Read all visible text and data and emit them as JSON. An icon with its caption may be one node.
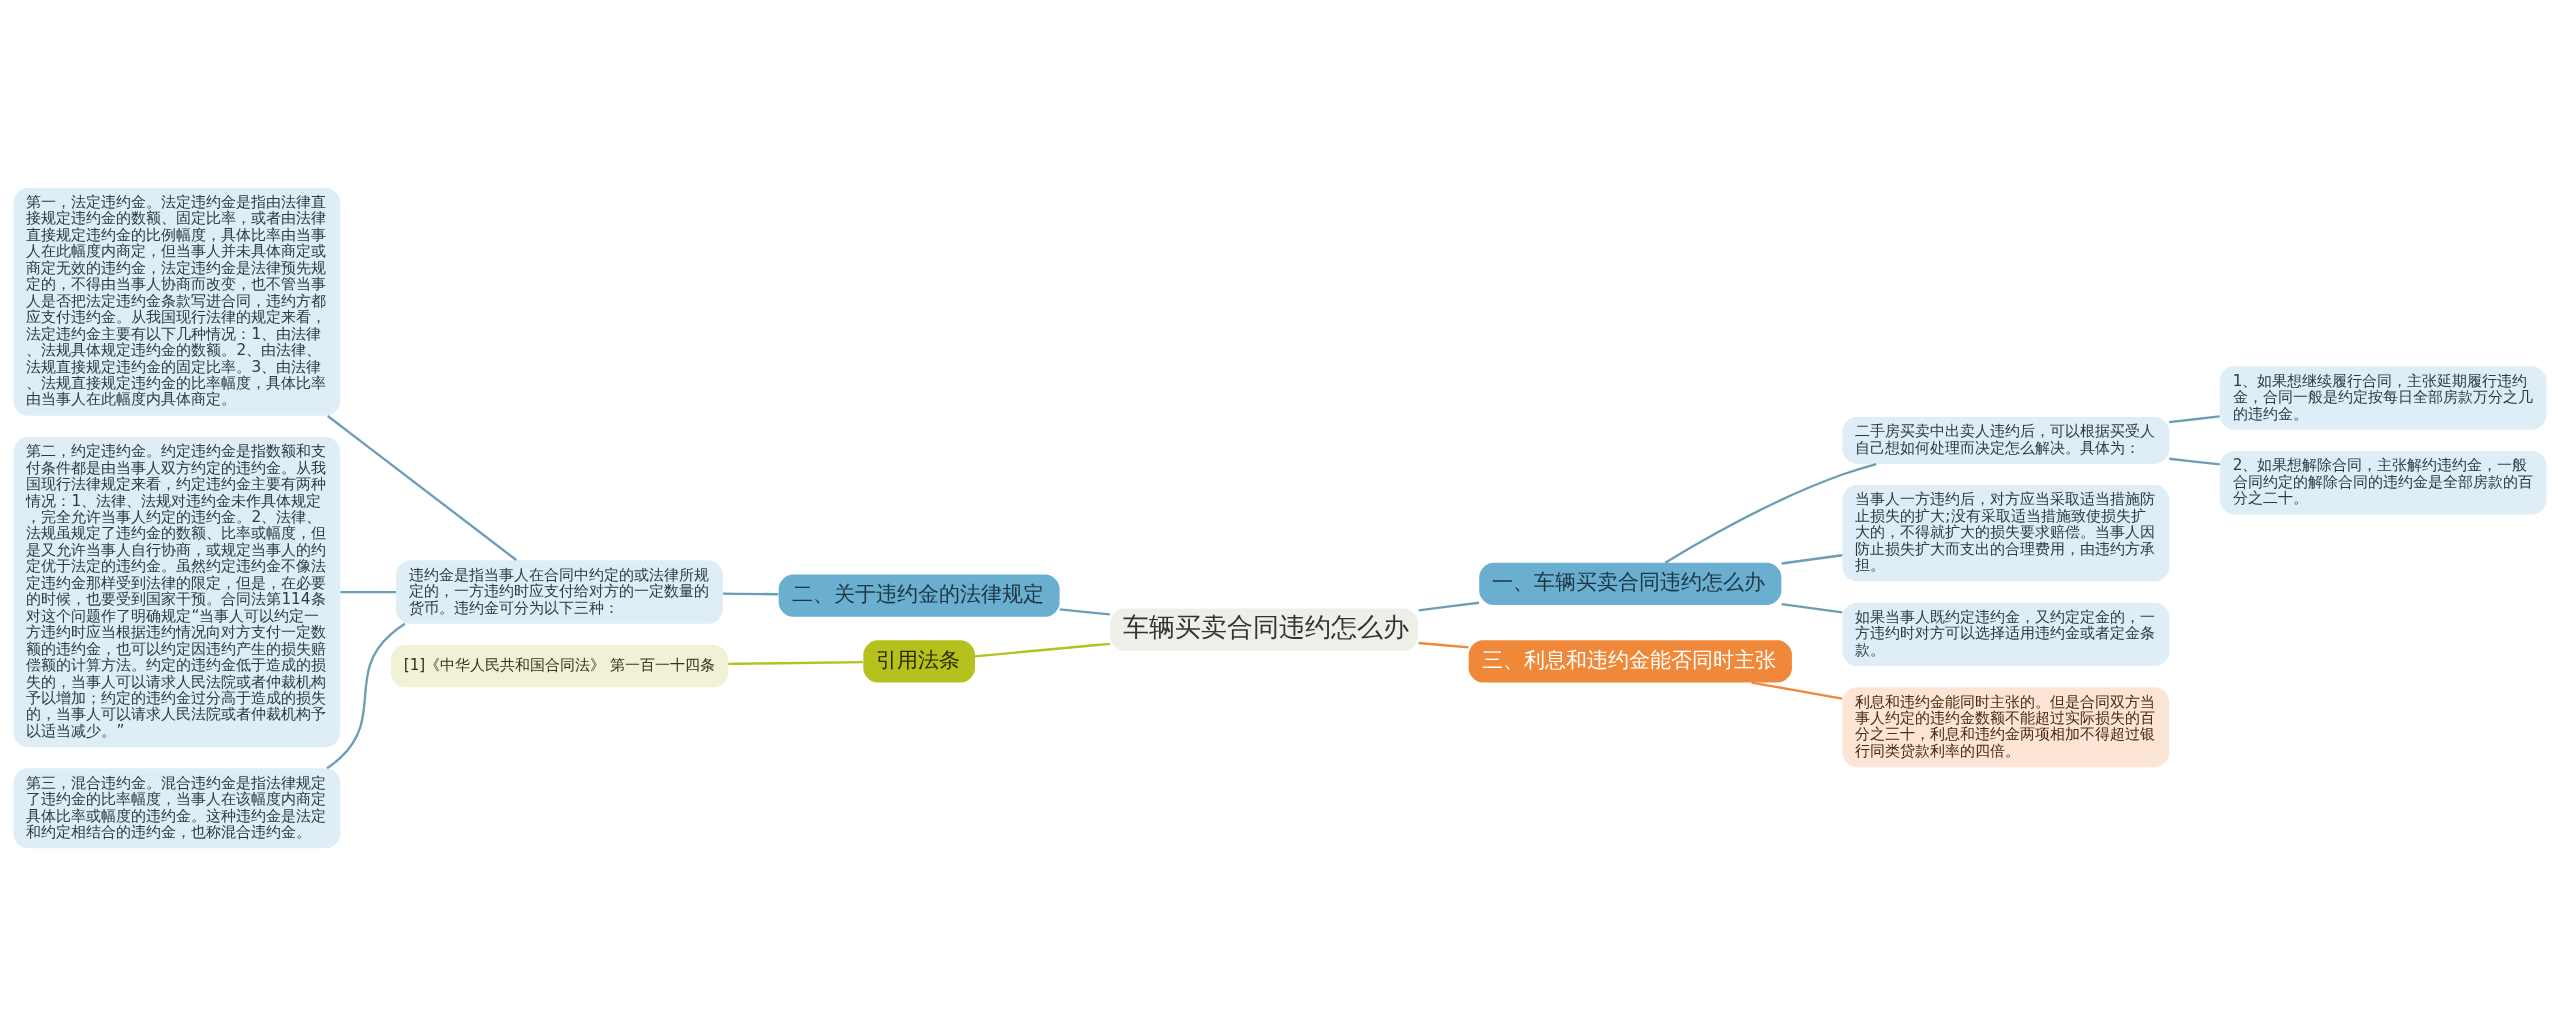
{
  "diagram": {
    "nodes": [
      {
        "text": [
          "车辆买卖合同违约怎么办"
        ]
      },
      {
        "text": [
          "一、车辆买卖合同违约怎么办"
        ]
      },
      {
        "text": [
          "二手房买卖中出卖人违约后，可以根据买受人自己想如何处理而决定怎么解决。具体为："
        ]
      },
      {
        "text": [
          "1、如果想继续履行合同，主张延期履行违约金，合同一般是约定按每日全部房款万分之几的违约金。"
        ]
      },
      {
        "text": [
          "2、如果想解除合同，主张解约违约金，一般合同约定的解除合同的违约金是全部房款的百分之二十。"
        ]
      },
      {
        "text": [
          "当事人一方违约后，对方应当采取适当措施防止损失的扩大;没有采取适当措施致使损失扩大的，不得就扩大的损失要求赔偿。当事人因防止损失扩大而支出的合理费用，由违约方承担。"
        ]
      },
      {
        "text": [
          "如果当事人既约定违约金，又约定定金的，一方违约时对方可以选择适用违约金或者定金条款。"
        ]
      },
      {
        "text": [
          "二、关于违约金的法律规定"
        ]
      },
      {
        "text": [
          "违约金是指当事人在合同中约定的或法律所规定的，一方违约时应支付给对方的一定数量的货币。违约金可分为以下三种："
        ]
      },
      {
        "text": [
          "第一，法定违约金。法定违约金是指由法律直接规定违约金的数额、固定比率，或者由法律直接规定违约金的比例幅度，具体比率由当事人在此幅度内商定，但当事人并未具体商定或商定无效的违约金，法定违约金是法律预先规定的，不得由当事人协商而改变，也不管当事人是否把法定违约金条款写进合同，违约方都应支付违约金。从我国现行法律的规定来看，法定违约金主要有以下几种情况：1、由法律、法规具体规定违约金的数额。2、由法律、法规直接规定违约金的固定比率。3、由法律、法规直接规定违约金的比率幅度，具体比率由当事人在此幅度内具体商定。"
        ]
      },
      {
        "text": [
          "第二，约定违约金。约定违约金是指数额和支付条件都是由当事人双方约定的违约金。从我国现行法律规定来看，约定违约金主要有两种情况：1、法律、法规对违约金未作具体规定，完全允许当事人约定的违约金。2、法律、法规虽规定了违约金的数额、比率或幅度，但是又允许当事人自行协商，或规定当事人的约定优于法定的违约金。虽然约定违约金不像法定违约金那样受到法律的限定，但是，在必要的时候，也要受到国家干预。合同法第114条对这个问题作了明确规定“当事人可以约定一方违约时应当根据违约情况向对方支付一定数额的违约金，也可以约定因违约产生的损失赔偿额的计算方法。约定的违约金低于造成的损失的，当事人可以请求人民法院或者仲裁机构予以增加；约定的违约金过分高于造成的损失的，当事人可以请求人民法院或者仲裁机构予以适当减少。”"
        ]
      },
      {
        "text": [
          "第三，混合违约金。混合违约金是指法律规定了违约金的比率幅度，当事人在该幅度内商定具体比率或幅度的违约金。这种违约金是法定和约定相结合的违约金，也称混合违约金。"
        ]
      },
      {
        "text": [
          "三、利息和违约金能否同时主张"
        ]
      },
      {
        "text": [
          "利息和违约金能同时主张的。但是合同双方当事人约定的违约金数额不能超过实际损失的百分之三十，利息和违约金两项相加不得超过银行同类贷款利率的四倍。"
        ]
      },
      {
        "text": [
          "引用法条"
        ]
      },
      {
        "text": [
          "[1]《中华人民共和国合同法》 第一百一十四条"
        ]
      }
    ],
    "edges": [
      {
        "from": 0,
        "to": 1,
        "arrow": "none"
      },
      {
        "from": 1,
        "to": 2,
        "arrow": "none"
      },
      {
        "from": 2,
        "to": 3,
        "arrow": "none"
      },
      {
        "from": 2,
        "to": 4,
        "arrow": "none"
      },
      {
        "from": 1,
        "to": 5,
        "arrow": "none"
      },
      {
        "from": 1,
        "to": 6,
        "arrow": "none"
      },
      {
        "from": 0,
        "to": 7,
        "arrow": "none"
      },
      {
        "from": 7,
        "to": 8,
        "arrow": "none"
      },
      {
        "from": 8,
        "to": 9,
        "arrow": "none"
      },
      {
        "from": 8,
        "to": 10,
        "arrow": "none"
      },
      {
        "from": 8,
        "to": 11,
        "arrow": "none"
      },
      {
        "from": 0,
        "to": 12,
        "arrow": "none",
        "color": "#f0883a"
      },
      {
        "from": 12,
        "to": 13,
        "arrow": "none",
        "color": "#f0883a"
      },
      {
        "from": 0,
        "to": 14,
        "arrow": "none",
        "color": "#b5c11d"
      },
      {
        "from": 14,
        "to": 15,
        "arrow": "none",
        "color": "#b5c11d"
      }
    ]
  }
}
